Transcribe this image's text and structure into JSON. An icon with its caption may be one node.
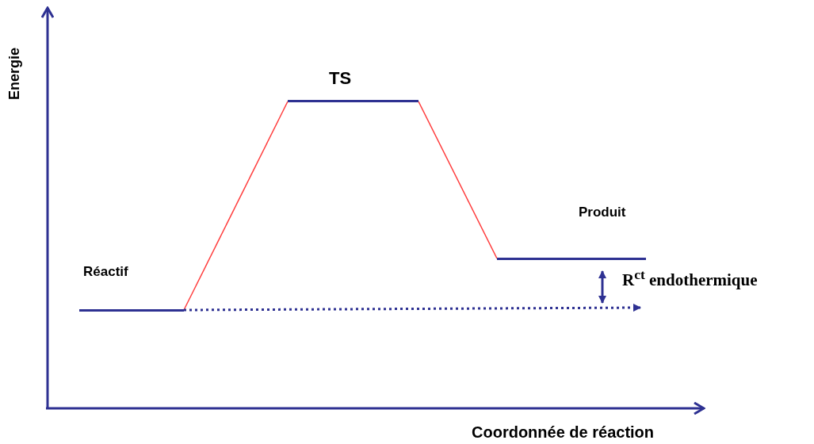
{
  "diagram": {
    "nodes": [
      {
        "text": [
          "Réactif"
        ]
      },
      {
        "text": [
          "TS"
        ]
      },
      {
        "text": [
          "Produit"
        ]
      }
    ],
    "edges": [
      {
        "from": 0,
        "to": 1,
        "arrow": "none",
        "color": "#ff3b3b"
      },
      {
        "from": 1,
        "to": 2,
        "arrow": "none",
        "color": "#ff3b3b"
      },
      {
        "from": 0,
        "to": null,
        "arrow": "to",
        "style": "dashed",
        "color": "#2e3192"
      }
    ],
    "labels": [
      "Energie",
      "Coordonnée  de réaction",
      "R$^{ct}$ endothermique"
    ]
  }
}
